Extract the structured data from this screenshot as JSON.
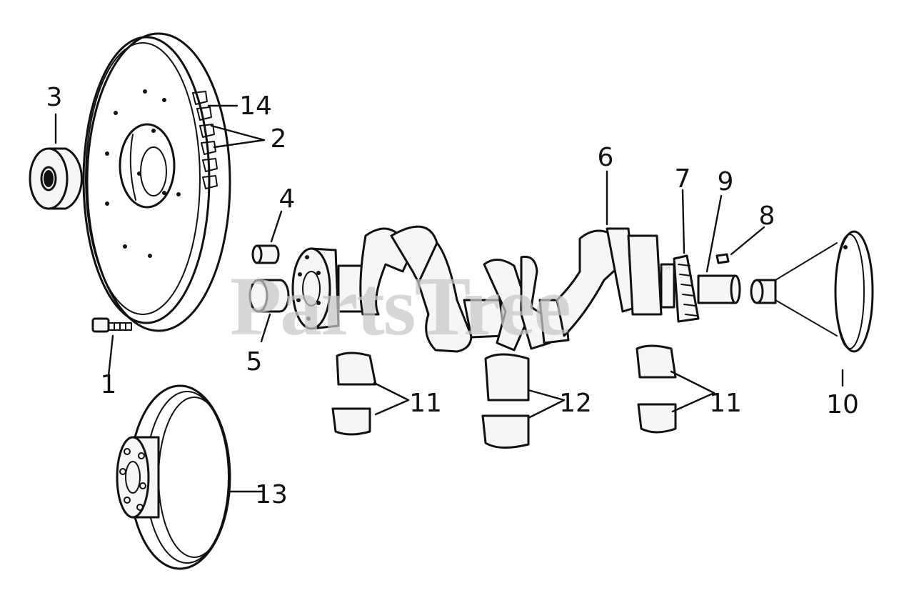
{
  "diagram": {
    "watermark": "PartsTree",
    "watermark_mark": "™",
    "callouts": {
      "c1": "1",
      "c2": "2",
      "c3": "3",
      "c4": "4",
      "c5": "5",
      "c6": "6",
      "c7": "7",
      "c8": "8",
      "c9": "9",
      "c10": "10",
      "c11a": "11",
      "c11b": "11",
      "c12": "12",
      "c13": "13",
      "c14": "14"
    }
  }
}
